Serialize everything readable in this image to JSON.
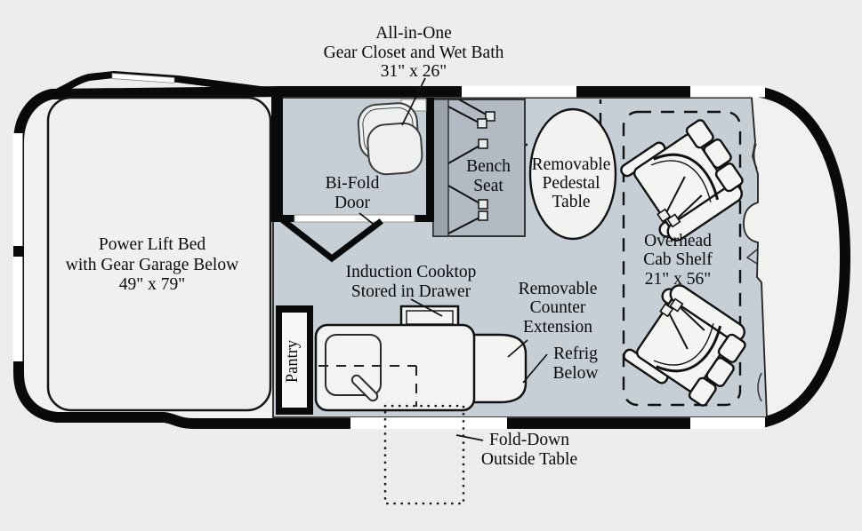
{
  "diagram_title": "Camper van floor plan",
  "colors": {
    "background": "#ededeb",
    "wall_black": "#0a0a0a",
    "floor_gray_blue": "#c6cfd5",
    "bench_gray": "#b2bac3",
    "bench_back_gray": "#9ba3ad",
    "fixture_white": "#f3f3f1"
  },
  "labels": {
    "gear_bath": [
      "All-in-One",
      "Gear Closet and Wet Bath",
      "31\" x 26\""
    ],
    "bed": [
      "Power Lift Bed",
      "with Gear Garage Below",
      "49\" x 79\""
    ],
    "bifold": [
      "Bi-Fold",
      "Door"
    ],
    "bench": [
      "Bench",
      "Seat"
    ],
    "pedestal": [
      "Removable",
      "Pedestal",
      "Table"
    ],
    "cab_shelf": [
      "Overhead",
      "Cab Shelf",
      "21\" x 56\""
    ],
    "cooktop": [
      "Induction Cooktop",
      "Stored in Drawer"
    ],
    "counter_ext": [
      "Removable",
      "Counter",
      "Extension"
    ],
    "refrig": [
      "Refrig",
      "Below"
    ],
    "pantry": "Pantry",
    "fold_table": [
      "Fold-Down",
      "Outside Table"
    ]
  }
}
